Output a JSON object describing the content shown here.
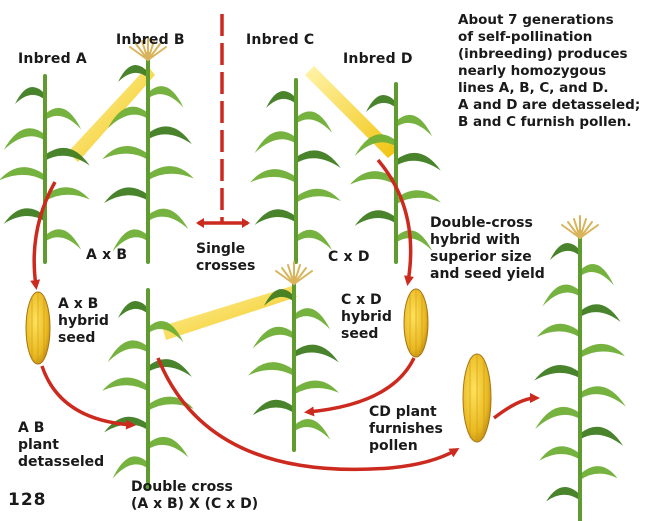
{
  "labels": {
    "inbred_a": "Inbred A",
    "inbred_b": "Inbred B",
    "inbred_c": "Inbred C",
    "inbred_d": "Inbred D",
    "cross_ab": "A x B",
    "cross_cd": "C x D",
    "single_crosses": [
      "Single",
      "crosses"
    ],
    "ab_hybrid_seed": [
      "A x B",
      "hybrid",
      "seed"
    ],
    "cd_hybrid_seed": [
      "C x D",
      "hybrid",
      "seed"
    ],
    "double_cross_hybrid": [
      "Double-cross",
      "hybrid with",
      "superior size",
      "and seed yield"
    ],
    "ab_plant_detasseled": [
      "A B",
      "plant",
      "detasseled"
    ],
    "cd_plant_furnishes_pollen": [
      "CD plant",
      "furnishes",
      "pollen"
    ],
    "double_cross": [
      "Double cross",
      "(A x B) X (C x D)"
    ],
    "page_number": "128"
  },
  "intro_text": [
    "About 7 generations",
    "of self-pollination",
    "(inbreeding) produces",
    "nearly homozygous",
    "lines A, B, C, and D.",
    "A and D are detasseled;",
    "B and C furnish pollen."
  ],
  "colors": {
    "stalk": "#5f9b2e",
    "leaf": "#6fae35",
    "leaf_dark": "#3f7d22",
    "tassel": "#d9b45a",
    "ear": "#e8b820",
    "arrow": "#cc2a1e",
    "pollen_beam": "#f3d21c",
    "text": "#1a1a1a"
  }
}
